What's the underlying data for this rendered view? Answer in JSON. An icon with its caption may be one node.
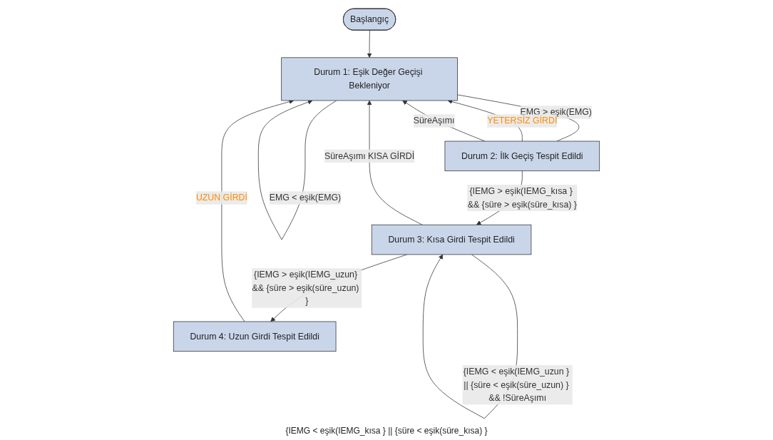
{
  "diagram": {
    "nodes": [
      {
        "text": [
          "Başlangıç"
        ]
      },
      {
        "text": [
          "Durum 4: Uzun Girdi Tespit Edildi"
        ]
      },
      {
        "text": [
          "Durum 1: Eşik Değer Geçişi Bekleniyor"
        ]
      },
      {
        "text": [
          "Durum 2: İlk Geçiş Tespit Edildi"
        ]
      },
      {
        "text": [
          "Durum 3: Kısa Girdi Tespit Edildi"
        ]
      }
    ],
    "edges": [
      {
        "from": 0,
        "to": 2,
        "arrow": "to"
      },
      {
        "from": 2,
        "to": 2,
        "arrow": "to",
        "label": "EMG < eşik(EMG)"
      },
      {
        "from": 2,
        "to": 3,
        "arrow": "none",
        "label": "EMG > eşik(EMG)"
      },
      {
        "from": 3,
        "to": 2,
        "arrow": "to",
        "label": "YETERSİZ GİRDİ"
      },
      {
        "from": 3,
        "to": 2,
        "arrow": "to",
        "label": "SüreAşımı"
      },
      {
        "from": 3,
        "to": 4,
        "arrow": "to",
        "label": "{IEMG > eşik(IEMG_kısa } && {süre > eşik(süre_kısa) }"
      },
      {
        "from": 4,
        "to": 2,
        "arrow": "to",
        "label": "SüreAşımı KISA GİRDİ"
      },
      {
        "from": 1,
        "to": 2,
        "arrow": "to",
        "label": "UZUN GİRDİ"
      },
      {
        "from": 4,
        "to": 1,
        "arrow": "to",
        "label": "{IEMG > eşik(IEMG_uzun} && {süre > eşik(süre_uzun) }"
      },
      {
        "from": 4,
        "to": 4,
        "arrow": "to",
        "label": "{IEMG < eşik(IEMG_uzun } || {süre < eşik(süre_uzun) } && !SüreAşımı"
      }
    ],
    "labels": [
      "{IEMG < eşik(IEMG_kısa } || {süre < eşik(süre_kısa) }"
    ]
  }
}
